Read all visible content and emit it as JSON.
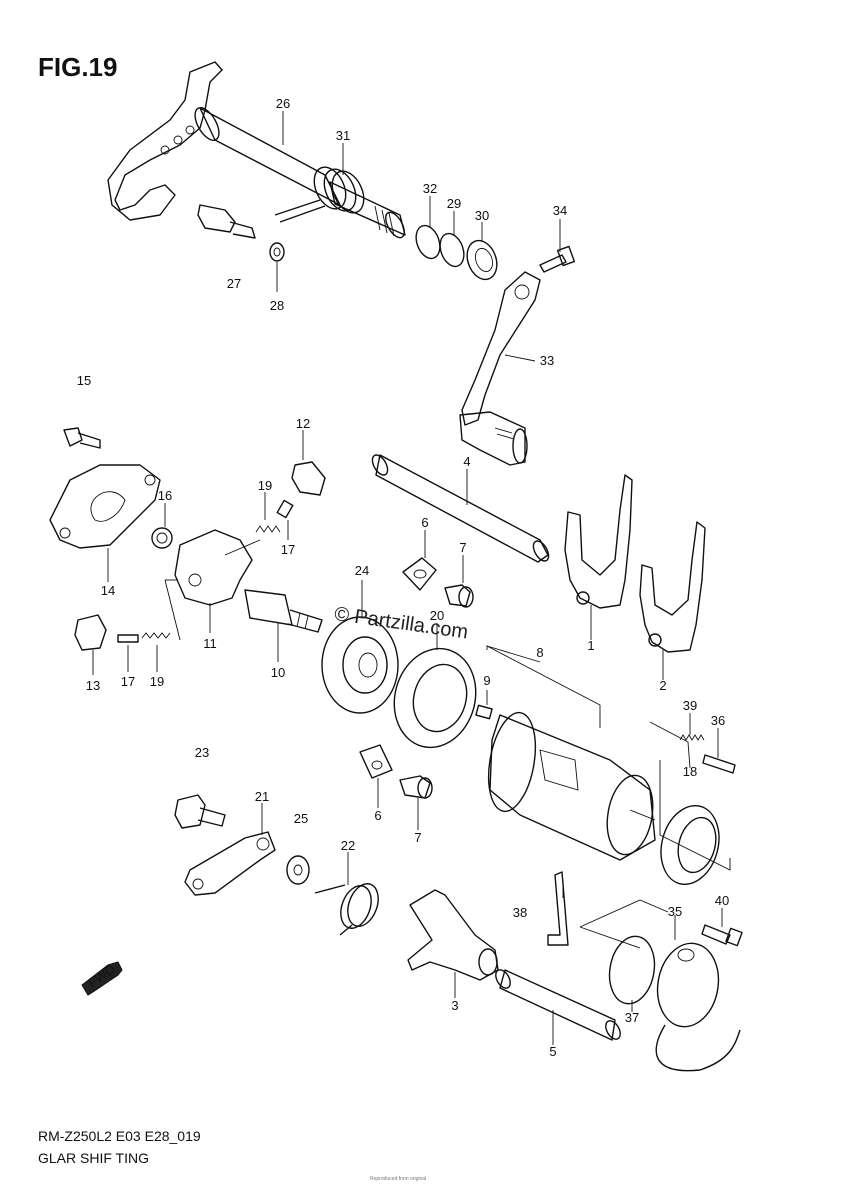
{
  "figure": {
    "title": "FIG.19",
    "model_code": "RM-Z250L2 E03 E28_019",
    "section_name": "GLAR SHIF TING",
    "watermark": "© Partzilla.com",
    "copyright_note": "Reproduced from original"
  },
  "callouts": [
    {
      "id": "c1",
      "label": "1"
    },
    {
      "id": "c2",
      "label": "2"
    },
    {
      "id": "c3",
      "label": "3"
    },
    {
      "id": "c4",
      "label": "4"
    },
    {
      "id": "c5",
      "label": "5"
    },
    {
      "id": "c6a",
      "label": "6"
    },
    {
      "id": "c6b",
      "label": "6"
    },
    {
      "id": "c7a",
      "label": "7"
    },
    {
      "id": "c7b",
      "label": "7"
    },
    {
      "id": "c8",
      "label": "8"
    },
    {
      "id": "c9",
      "label": "9"
    },
    {
      "id": "c10",
      "label": "10"
    },
    {
      "id": "c11",
      "label": "11"
    },
    {
      "id": "c12",
      "label": "12"
    },
    {
      "id": "c13",
      "label": "13"
    },
    {
      "id": "c14",
      "label": "14"
    },
    {
      "id": "c15",
      "label": "15"
    },
    {
      "id": "c16",
      "label": "16"
    },
    {
      "id": "c17a",
      "label": "17"
    },
    {
      "id": "c17b",
      "label": "17"
    },
    {
      "id": "c18",
      "label": "18"
    },
    {
      "id": "c19a",
      "label": "19"
    },
    {
      "id": "c19b",
      "label": "19"
    },
    {
      "id": "c20",
      "label": "20"
    },
    {
      "id": "c21",
      "label": "21"
    },
    {
      "id": "c22",
      "label": "22"
    },
    {
      "id": "c23",
      "label": "23"
    },
    {
      "id": "c24",
      "label": "24"
    },
    {
      "id": "c25",
      "label": "25"
    },
    {
      "id": "c26",
      "label": "26"
    },
    {
      "id": "c27",
      "label": "27"
    },
    {
      "id": "c28",
      "label": "28"
    },
    {
      "id": "c29",
      "label": "29"
    },
    {
      "id": "c30",
      "label": "30"
    },
    {
      "id": "c31",
      "label": "31"
    },
    {
      "id": "c32",
      "label": "32"
    },
    {
      "id": "c33",
      "label": "33"
    },
    {
      "id": "c34",
      "label": "34"
    },
    {
      "id": "c35",
      "label": "35"
    },
    {
      "id": "c36",
      "label": "36"
    },
    {
      "id": "c37",
      "label": "37"
    },
    {
      "id": "c38",
      "label": "38"
    },
    {
      "id": "c39",
      "label": "39"
    },
    {
      "id": "c40",
      "label": "40"
    }
  ],
  "direction_arrow": {
    "label": "FWD"
  }
}
